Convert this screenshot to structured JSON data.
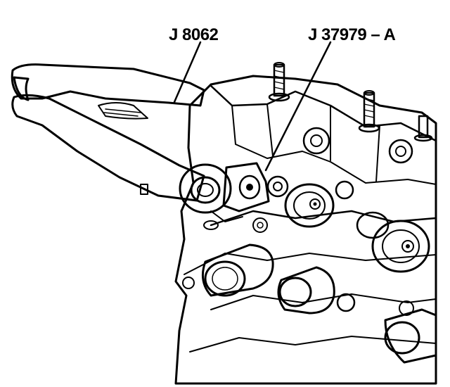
{
  "callouts": [
    {
      "id": "spring-compressor",
      "text": "J 8062"
    },
    {
      "id": "valve-spring-adapter",
      "text": "J 37979 – A"
    }
  ],
  "colors": {
    "ink": "#000000",
    "paper": "#ffffff",
    "shade": "#9a9a9a"
  }
}
